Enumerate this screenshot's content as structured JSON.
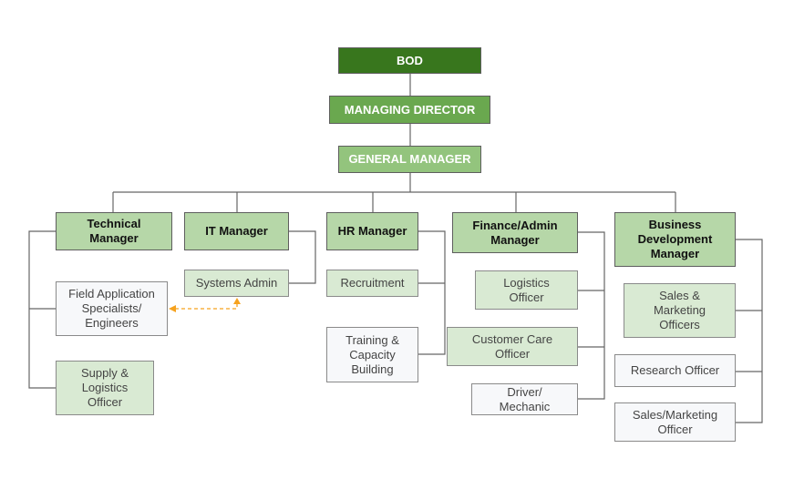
{
  "title": "Organizational Chart",
  "colors": {
    "exec_dark": "#38761d",
    "exec_mid": "#6aa84f",
    "exec_light": "#93c47d",
    "manager": "#b6d7a8",
    "staff_green": "#d9ead3",
    "staff_grey": "#f7f8fa",
    "connector": "#666666",
    "dotted_link": "#f6a21e"
  },
  "executives": {
    "bod": "BOD",
    "managing_director": "MANAGING DIRECTOR",
    "general_manager": "GENERAL MANAGER"
  },
  "departments": [
    {
      "manager": "Technical Manager",
      "reports": [
        "Field Application Specialists/ Engineers",
        "Supply & Logistics Officer"
      ]
    },
    {
      "manager": "IT Manager",
      "reports": [
        "Systems Admin"
      ]
    },
    {
      "manager": "HR Manager",
      "reports": [
        "Recruitment",
        "Training & Capacity Building"
      ]
    },
    {
      "manager": "Finance/Admin Manager",
      "reports": [
        "Logistics Officer",
        "Customer Care Officer",
        "Driver/ Mechanic"
      ]
    },
    {
      "manager": "Business Development Manager",
      "reports": [
        "Sales & Marketing Officers",
        "Research Officer",
        "Sales/Marketing Officer"
      ]
    }
  ],
  "dotted_links": [
    {
      "from": "Systems Admin",
      "to": "Field Application Specialists/ Engineers",
      "style": "dashed-bidirectional"
    }
  ]
}
